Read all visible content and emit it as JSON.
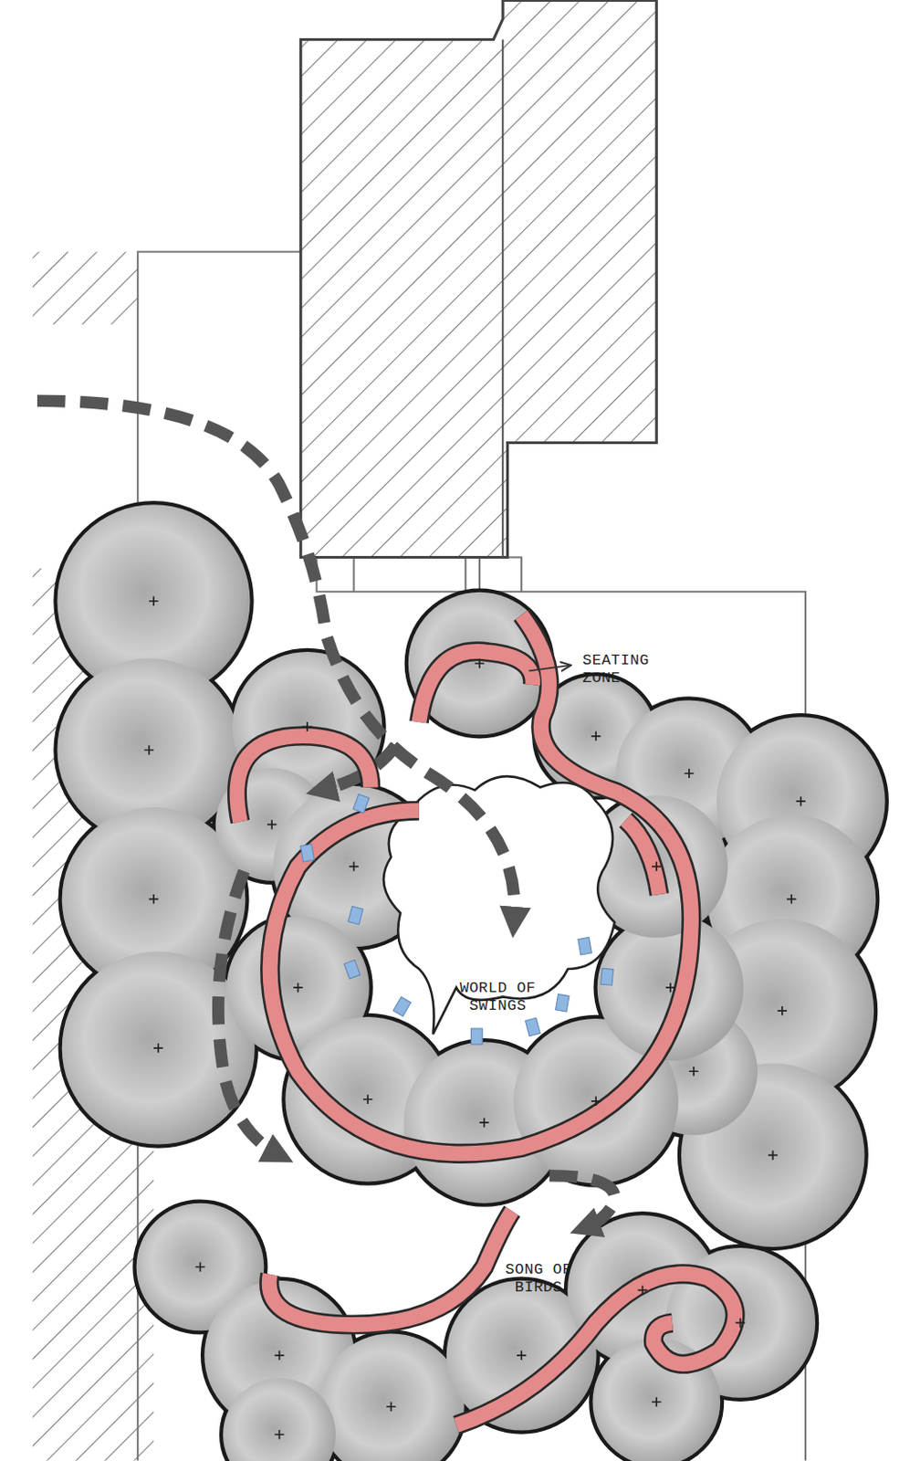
{
  "diagram": {
    "labels": [
      "SEATING ZONE",
      "WORLD OF SWINGS",
      "SONG OF BIRDS"
    ]
  }
}
